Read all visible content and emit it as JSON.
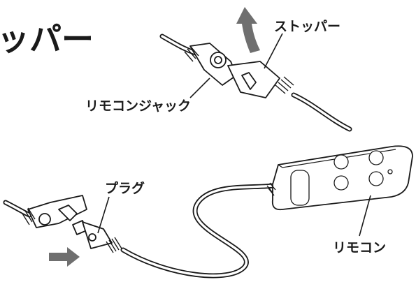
{
  "title": "ッパー",
  "labels": {
    "stopper": "ストッパー",
    "remote_jack": "リモコンジャック",
    "plug": "プラグ",
    "remote": "リモコン"
  },
  "colors": {
    "ink": "#1a1a1a",
    "arrow_gray": "#6f6f6f"
  },
  "icons": {
    "up_arrow": "curved-up-arrow",
    "right_arrow": "right-arrow"
  }
}
